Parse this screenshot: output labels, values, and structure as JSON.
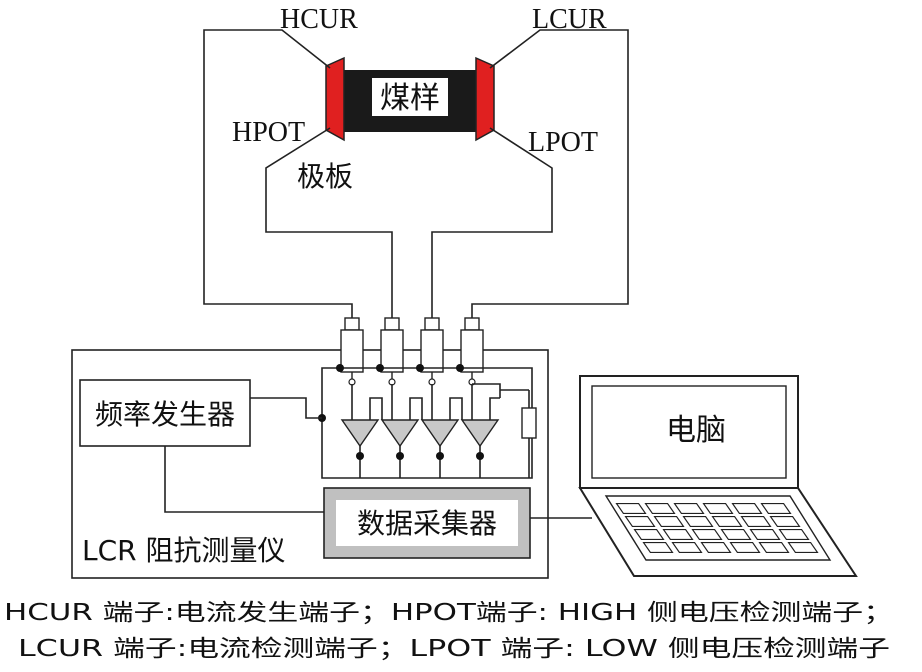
{
  "labels": {
    "hcur": "HCUR",
    "lcur": "LCUR",
    "hpot": "HPOT",
    "lpot": "LPOT",
    "sample": "煤样",
    "plate": "极板",
    "freq_gen": "频率发生器",
    "daq": "数据采集器",
    "meter": "LCR 阻抗测量仪",
    "computer": "电脑"
  },
  "caption": {
    "line1": "HCUR 端子:电流发生端子；HPOT端子: HIGH 侧电压检测端子；",
    "line2": "LCUR 端子:电流检测端子；LPOT 端子: LOW 侧电压检测端子"
  },
  "colors": {
    "plate": "#e02020",
    "sample": "#1a1a1a",
    "daq_fill": "#c0c0c0"
  }
}
